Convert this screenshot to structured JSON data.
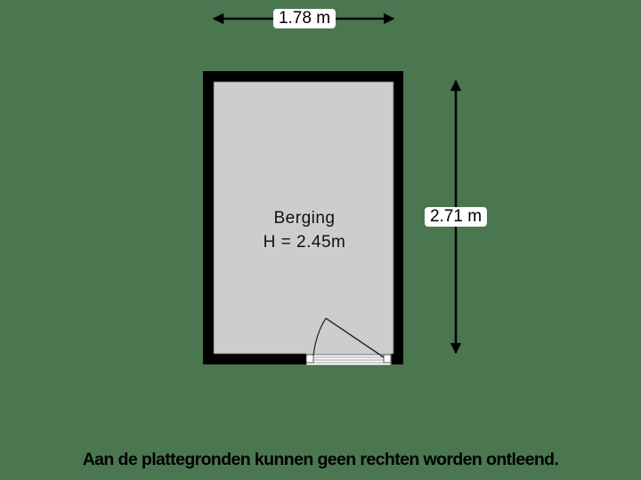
{
  "floorplan": {
    "background_color": "#4a7650",
    "wall_color": "#000000",
    "floor_color": "#cdcdcd",
    "room": {
      "name": "Berging",
      "height_label": "H = 2.45m"
    },
    "dimensions": {
      "width_label": "1.78 m",
      "depth_label": "2.71 m"
    },
    "door": {
      "type": "swing-door",
      "location": "bottom wall"
    }
  },
  "footer": {
    "disclaimer": "Aan de plattegronden kunnen geen rechten worden ontleend."
  }
}
